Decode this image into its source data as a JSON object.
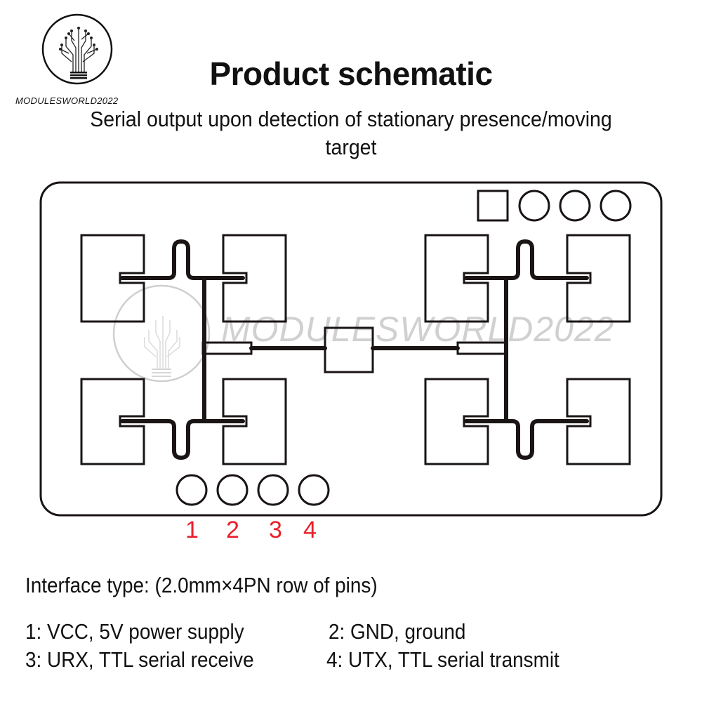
{
  "brand": {
    "name": "MODULESWORLD2022",
    "logo_icon": "circuit-tree-lightbulb-icon",
    "watermark": "MODULESWORLD2022"
  },
  "header": {
    "title": "Product schematic",
    "subtitle_line1": "Serial output upon detection of stationary presence/moving",
    "subtitle_line2": "target"
  },
  "diagram": {
    "antenna_patches": 8,
    "top_connector": [
      "square-pad",
      "round-pad",
      "round-pad",
      "round-pad"
    ],
    "bottom_pins": [
      "1",
      "2",
      "3",
      "4"
    ],
    "pin_label_color": "#e8202a"
  },
  "interface": {
    "type_label": "Interface type: (2.0mm×4PN row of pins)",
    "pins": [
      {
        "text": "1: VCC, 5V power supply"
      },
      {
        "text": "2: GND, ground"
      },
      {
        "text": "3: URX, TTL serial receive"
      },
      {
        "text": "4: UTX, TTL serial transmit"
      }
    ]
  }
}
